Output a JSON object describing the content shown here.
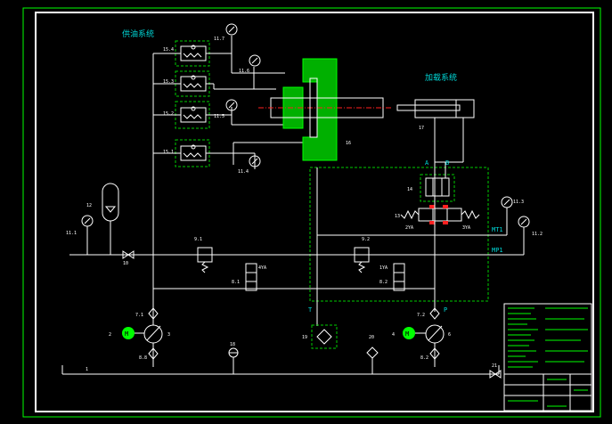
{
  "titles": {
    "supply": "供油系统",
    "loading": "加载系统"
  },
  "labels": {
    "g117": "11.7",
    "g116": "11.6",
    "g115": "11.5",
    "g114": "11.4",
    "g111": "11.1",
    "g113": "11.3",
    "g112": "11.2",
    "f154": "15.4",
    "f153": "15.3",
    "f152": "15.2",
    "f151": "15.1",
    "acc": "12",
    "chk": "10",
    "r91": "9.1",
    "r92": "9.2",
    "v81": "8.1",
    "v82": "8.2",
    "ya4": "4YA",
    "ya1": "1YA",
    "cyl": "17",
    "clutch": "16",
    "b14": "14",
    "b13": "13",
    "ya2": "2YA",
    "ya3": "3YA",
    "pA": "A",
    "pB": "B",
    "pT": "T",
    "pP": "P",
    "mt1": "MT1",
    "mp1": "MP1",
    "p71": "7.1",
    "p72": "7.2",
    "m2": "2",
    "m3": "3",
    "m4": "4",
    "m6": "6",
    "f81": "8.8",
    "f82": "8.2",
    "e19": "19",
    "e18": "18",
    "e20": "20",
    "t1": "1",
    "e21": "21",
    "motor": "M"
  },
  "colors": {
    "frame": "#00ff00",
    "line": "#ffffff",
    "cyan": "#00d8d8",
    "red": "#ff2020",
    "background": "#000000"
  },
  "title_block": {
    "cells": [
      "",
      "",
      "",
      ""
    ]
  }
}
